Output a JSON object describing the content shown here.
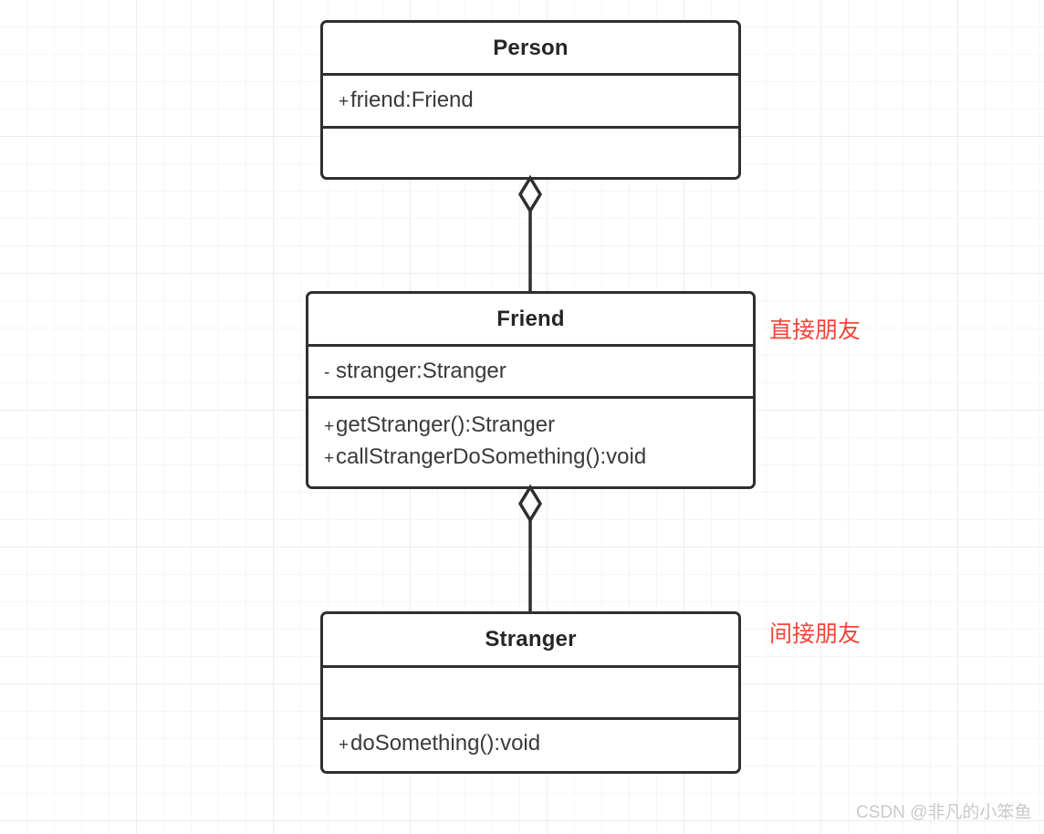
{
  "diagram": {
    "type": "uml-class-diagram",
    "classes": [
      {
        "id": "person",
        "name": "Person",
        "attributes": [
          {
            "visibility": "+",
            "text": "friend:Friend"
          }
        ],
        "methods": []
      },
      {
        "id": "friend",
        "name": "Friend",
        "attributes": [
          {
            "visibility": "-",
            "text": "stranger:Stranger"
          }
        ],
        "methods": [
          {
            "visibility": "+",
            "text": "getStranger():Stranger"
          },
          {
            "visibility": "+",
            "text": "callStrangerDoSomething():void"
          }
        ]
      },
      {
        "id": "stranger",
        "name": "Stranger",
        "attributes": [],
        "methods": [
          {
            "visibility": "+",
            "text": "doSomething():void"
          }
        ]
      }
    ],
    "connectors": [
      {
        "id": "person-friend",
        "from": "Friend",
        "to": "Person",
        "relation": "aggregation",
        "marker": "hollow-diamond"
      },
      {
        "id": "friend-stranger",
        "from": "Stranger",
        "to": "Friend",
        "relation": "aggregation",
        "marker": "hollow-diamond"
      }
    ],
    "annotations": [
      {
        "id": "direct",
        "text": "直接朋友",
        "color": "#f4453a",
        "target": "Friend"
      },
      {
        "id": "indirect",
        "text": "间接朋友",
        "color": "#f4453a",
        "target": "Stranger"
      }
    ],
    "watermark": "CSDN @非凡的小笨鱼",
    "colors": {
      "stroke": "#2f2f2f",
      "title_text": "#262626",
      "member_text": "#3a3a3a",
      "annotation_red": "#f4453a",
      "grid_minor": "#f6f6f6",
      "grid_major": "#ececec",
      "watermark": "#c9c9c9",
      "background": "#ffffff"
    }
  }
}
